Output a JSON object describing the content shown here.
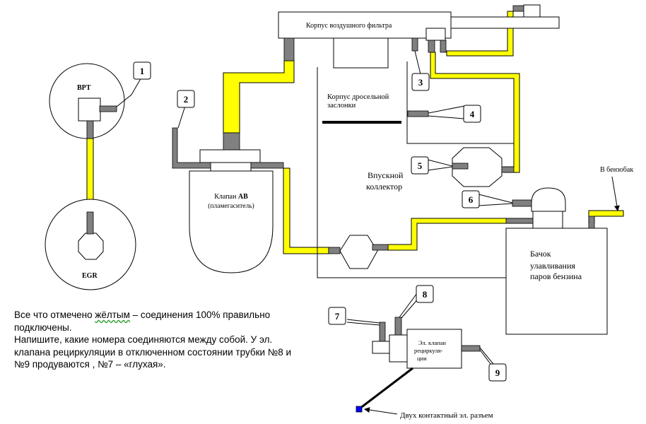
{
  "labels": {
    "air_filter": "Корпус воздушного фильтра",
    "throttle_line1": "Корпус дросельной",
    "throttle_line2": "заслонки",
    "intake_line1": "Впускной",
    "intake_line2": "коллектор",
    "valve_av_line1": "Клапан ",
    "valve_av_bold": "АВ",
    "valve_av_line2": "(пламегаситель)",
    "canister_line1": "Бачок",
    "canister_line2": "улавливания",
    "canister_line3": "паров бензина",
    "to_tank": "В бензобак",
    "egr_valve_line1": "Эл. клапан",
    "egr_valve_line2": "рециркуля-",
    "egr_valve_line3": "ции",
    "connector": "Двух контактный эл. разъем",
    "vrt": "ВРТ",
    "egr": "EGR"
  },
  "callouts": [
    "1",
    "2",
    "3",
    "4",
    "5",
    "6",
    "7",
    "8",
    "9"
  ],
  "note": {
    "line1_pre": "Все что отмечено ",
    "line1_word": "жёлтым",
    "line1_post": " – соединения 100% правильно подключены.",
    "line2": "Напишите, какие номера соединяются между собой.  У эл. клапана рециркуляции в отключенном состоянии трубки №8 и  №9 продуваются ,  №7 – «глухая»."
  },
  "colors": {
    "hose_yellow": "#ffff00",
    "fitting_gray": "#808080",
    "connector_blue": "#0000ff",
    "outline": "#000000"
  }
}
